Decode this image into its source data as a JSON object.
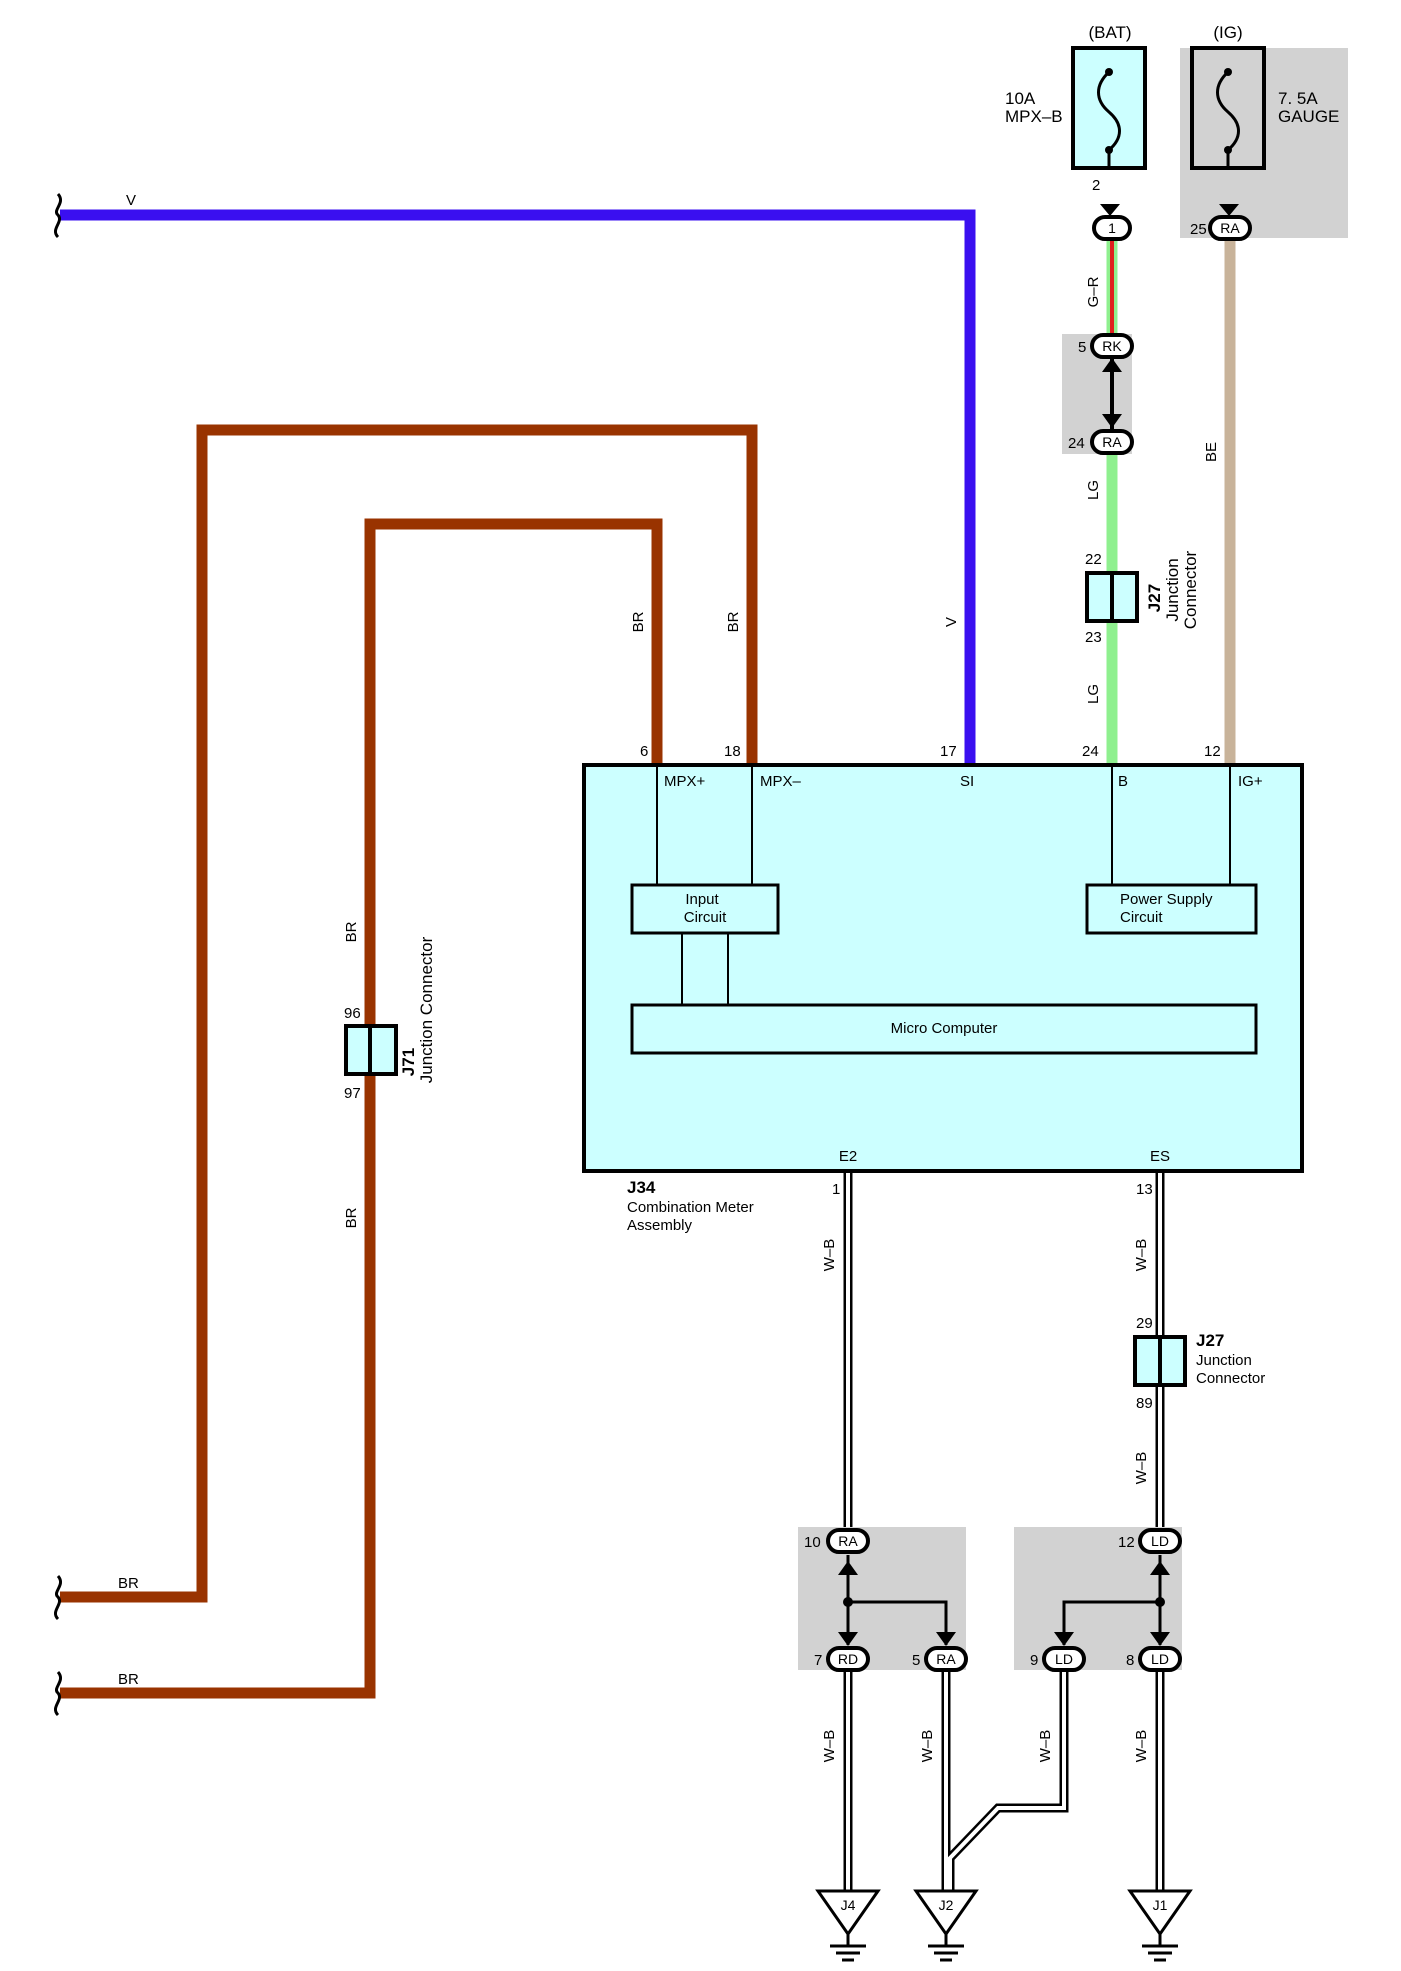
{
  "sources": {
    "bat": {
      "label": "(BAT)",
      "fuse_amp": "10A",
      "fuse_name": "MPX–B",
      "pin": "2"
    },
    "ig": {
      "label": "(IG)",
      "fuse_amp": "7. 5A",
      "fuse_name": "GAUGE",
      "pin": "25"
    }
  },
  "connectors": {
    "c1": "1",
    "ra": "RA",
    "rk": "RK",
    "rd": "RD",
    "ld": "LD"
  },
  "wires": {
    "v": "V",
    "br": "BR",
    "gr": "G–R",
    "lg": "LG",
    "be": "BE",
    "wb": "W–B"
  },
  "colors": {
    "violet": "#3a0ff0",
    "brown": "#993300",
    "light_green": "#8ff08f",
    "beige": "#c8b39a",
    "red": "#e0201e",
    "module_fill": "#ccffff",
    "shade": "#d2d2d2"
  },
  "pins": {
    "rk5": "5",
    "ra24": "24",
    "j27_22": "22",
    "j27_23": "23",
    "mpxp": "6",
    "mpxm": "18",
    "si": "17",
    "b": "24",
    "ig": "12",
    "e2": "1",
    "es": "13",
    "j27_29": "29",
    "j27_89": "89",
    "j71_96": "96",
    "j71_97": "97",
    "ra10": "10",
    "rd7": "7",
    "ra5": "5",
    "ld12": "12",
    "ld9": "9",
    "ld8": "8"
  },
  "meter": {
    "id": "J34",
    "name_line1": "Combination Meter",
    "name_line2": "Assembly",
    "term_mpxp": "MPX+",
    "term_mpxm": "MPX–",
    "term_si": "SI",
    "term_b": "B",
    "term_ig": "IG+",
    "term_e2": "E2",
    "term_es": "ES",
    "input_line1": "Input",
    "input_line2": "Circuit",
    "power_line1": "Power Supply",
    "power_line2": "Circuit",
    "micro": "Micro Computer"
  },
  "junctions": {
    "j27": {
      "id": "J27",
      "line1": "Junction",
      "line2": "Connector"
    },
    "j71": {
      "id": "J71",
      "line1": "Junction Connector"
    }
  },
  "grounds": {
    "j4": "J4",
    "j2": "J2",
    "j1": "J1"
  }
}
